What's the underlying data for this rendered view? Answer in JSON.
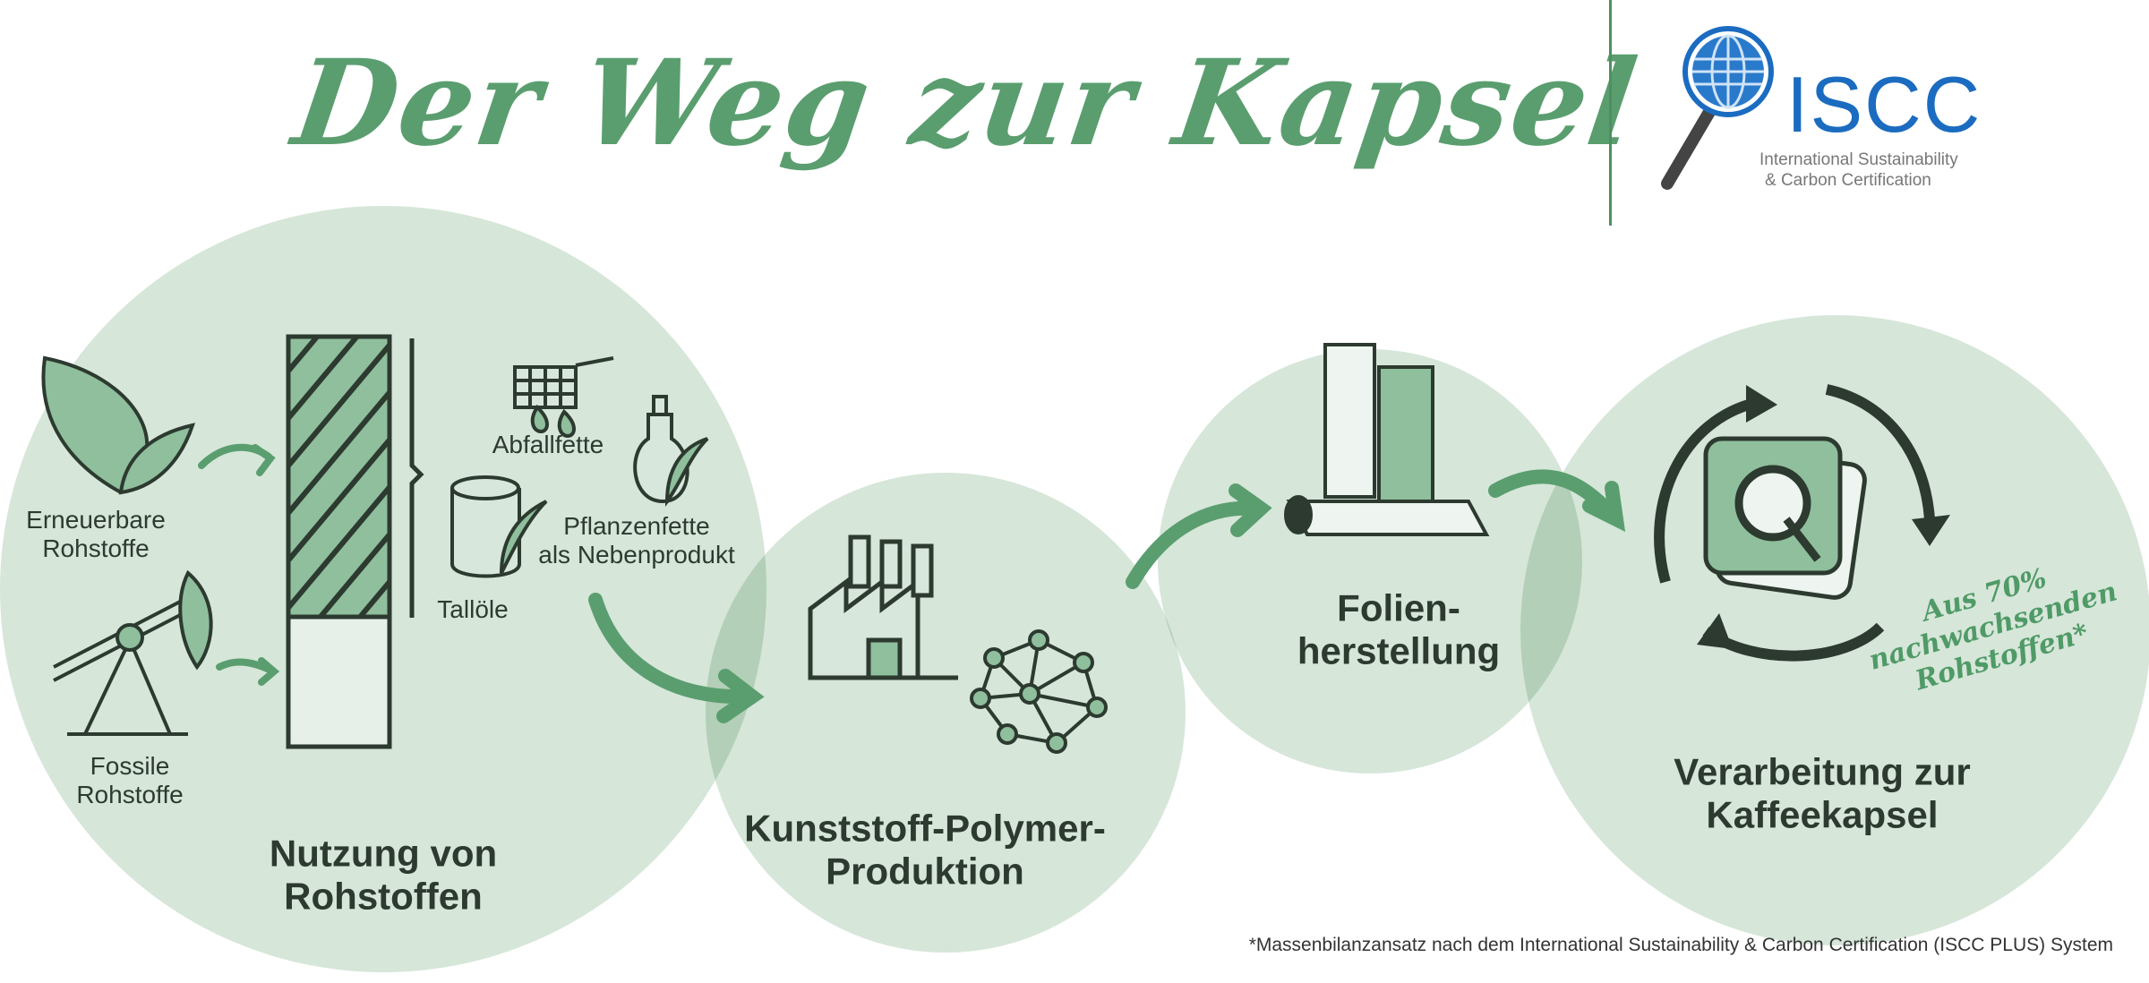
{
  "title": "Der Weg zur Kapsel",
  "logo": {
    "name": "ISCC",
    "subtitle_line1": "International Sustainability",
    "subtitle_line2": "& Carbon Certification",
    "color": "#1b6cc0"
  },
  "stages": [
    {
      "label_line1": "Nutzung von",
      "label_line2": "Rohstoffen"
    },
    {
      "label_line1": "Kunststoff-Polymer-",
      "label_line2": "Produktion"
    },
    {
      "label_line1": "Folien-",
      "label_line2": "herstellung"
    },
    {
      "label_line1": "Verarbeitung zur",
      "label_line2": "Kaffeekapsel"
    }
  ],
  "raw_materials": {
    "renewable_line1": "Erneuerbare",
    "renewable_line2": "Rohstoffe",
    "fossil_line1": "Fossile",
    "fossil_line2": "Rohstoffe",
    "waste_fats": "Abfallfette",
    "plant_fats_line1": "Pflanzenfette",
    "plant_fats_line2": "als Nebenprodukt",
    "tall_oils": "Tallöle"
  },
  "slogan": {
    "line1": "Aus 70%",
    "line2": "nachwachsenden",
    "line3": "Rohstoffen*"
  },
  "footnote": "*Massenbilanzansatz nach dem International Sustainability & Carbon Certification (ISCC PLUS) System",
  "colors": {
    "accent": "#5a9e6f",
    "circle": "#cfe2d3",
    "icon_fill": "#8fbf9c",
    "dark": "#2d3a30"
  }
}
